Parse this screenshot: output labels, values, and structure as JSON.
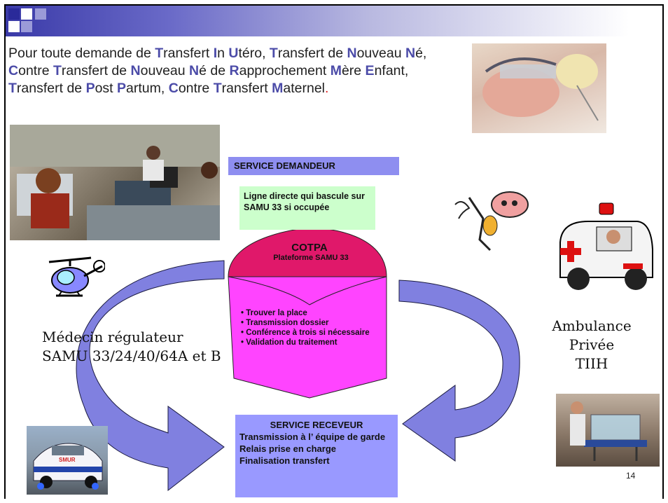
{
  "intro": {
    "segments": [
      {
        "t": "Pour toute demande de ",
        "hl": false
      },
      {
        "t": "T",
        "hl": true
      },
      {
        "t": "ransfert ",
        "hl": false
      },
      {
        "t": "I",
        "hl": true
      },
      {
        "t": "n ",
        "hl": false
      },
      {
        "t": "U",
        "hl": true
      },
      {
        "t": "téro, ",
        "hl": false
      },
      {
        "t": "T",
        "hl": true
      },
      {
        "t": "ransfert de ",
        "hl": false
      },
      {
        "t": "N",
        "hl": true
      },
      {
        "t": "ouveau ",
        "hl": false
      },
      {
        "t": "N",
        "hl": true
      },
      {
        "t": "é, ",
        "hl": false
      },
      {
        "t": "C",
        "hl": true
      },
      {
        "t": "ontre ",
        "hl": false
      },
      {
        "t": "T",
        "hl": true
      },
      {
        "t": "ransfert de ",
        "hl": false
      },
      {
        "t": "N",
        "hl": true
      },
      {
        "t": "ouveau ",
        "hl": false
      },
      {
        "t": "N",
        "hl": true
      },
      {
        "t": "é de ",
        "hl": false
      },
      {
        "t": "R",
        "hl": true
      },
      {
        "t": "approchement ",
        "hl": false
      },
      {
        "t": "M",
        "hl": true
      },
      {
        "t": "ère ",
        "hl": false
      },
      {
        "t": "E",
        "hl": true
      },
      {
        "t": "nfant, ",
        "hl": false
      },
      {
        "t": "T",
        "hl": true
      },
      {
        "t": "ransfert de ",
        "hl": false
      },
      {
        "t": "P",
        "hl": true
      },
      {
        "t": "ost ",
        "hl": false
      },
      {
        "t": "P",
        "hl": true
      },
      {
        "t": "artum, ",
        "hl": false
      },
      {
        "t": "C",
        "hl": true
      },
      {
        "t": "ontre ",
        "hl": false
      },
      {
        "t": "T",
        "hl": true
      },
      {
        "t": "ransfert ",
        "hl": false
      },
      {
        "t": "M",
        "hl": true
      },
      {
        "t": "aternel",
        "hl": false
      },
      {
        "t": ".",
        "hl": false,
        "red": true
      }
    ]
  },
  "service_demandeur": "SERVICE  DEMANDEUR",
  "ligne_directe": "Ligne directe qui bascule sur SAMU 33 si occupée",
  "cotpa": {
    "title": "COTPA",
    "subtitle": "Plateforme SAMU  33",
    "tasks": [
      "• Trouver la place",
      "• Transmission dossier",
      "• Conférence à trois si nécessaire",
      "• Validation du traitement"
    ]
  },
  "medecin": [
    "Médecin régulateur",
    "SAMU 33/24/40/64A et B"
  ],
  "ambulance": [
    "Ambulance",
    "Privée",
    "TIIH"
  ],
  "service_receveur": {
    "title": "SERVICE RECEVEUR",
    "lines": [
      "Transmission à l’ équipe de garde",
      "Relais prise en charge",
      "Finalisation transfert"
    ]
  },
  "smur_label": "SMUR",
  "page_number": "14",
  "colors": {
    "arrow": "#8080e0",
    "highlight": "#4b4ba8",
    "label_bar": "#8e8ef0",
    "green_box": "#ccffcc",
    "cotpa_top": "#e0186a",
    "cotpa_body": "#ff44ff",
    "receveur_box": "#9999ff"
  }
}
